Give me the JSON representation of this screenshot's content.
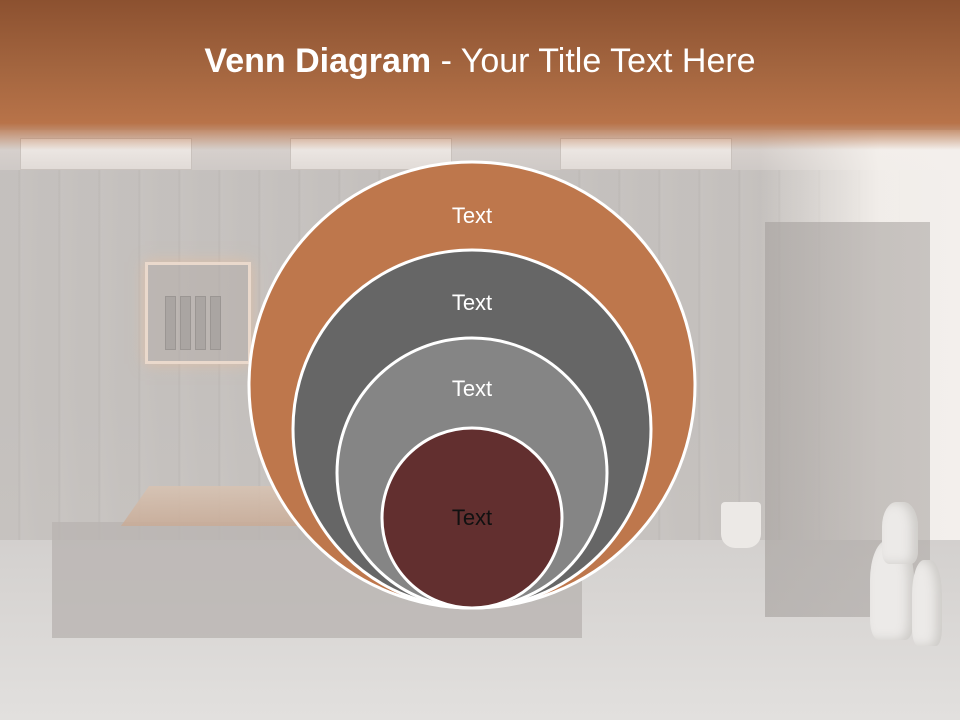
{
  "title": {
    "bold": "Venn Diagram",
    "rest": " - Your Title Text Here"
  },
  "diagram": {
    "type": "nested-circles",
    "circles": [
      {
        "label": "Text",
        "fill": "#be774c",
        "text_color": "#ffffff"
      },
      {
        "label": "Text",
        "fill": "#666666",
        "text_color": "#ffffff"
      },
      {
        "label": "Text",
        "fill": "#858585",
        "text_color": "#ffffff"
      },
      {
        "label": "Text",
        "fill": "#622f2f",
        "text_color": "#111111"
      }
    ],
    "outline_color": "#ffffff"
  },
  "colors": {
    "header_top": "#8c5130",
    "header_bottom": "#b87349",
    "title_text": "#ffffff"
  }
}
